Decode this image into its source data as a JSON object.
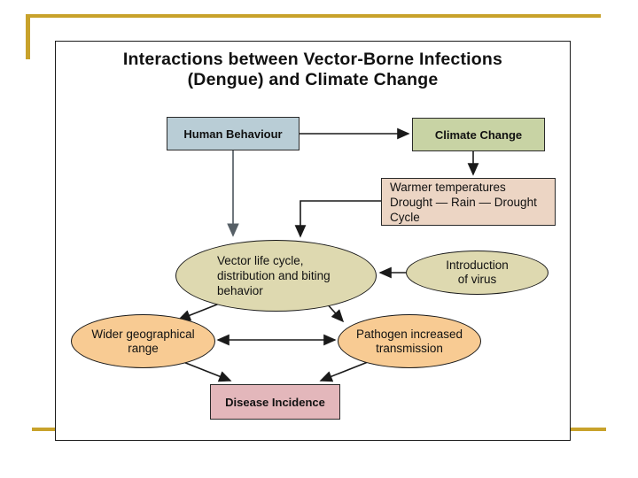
{
  "slide": {
    "accent_color": "#c8a22b",
    "frame_border_color": "#1a1a1a",
    "background_color": "#ffffff"
  },
  "title": {
    "line1": "Interactions between Vector-Borne Infections",
    "line2": "(Dengue) and Climate Change"
  },
  "nodes": {
    "human_behaviour": {
      "label": "Human Behaviour",
      "shape": "rect",
      "fill": "#b9cdd6"
    },
    "climate_change": {
      "label": "Climate Change",
      "shape": "rect",
      "fill": "#c8d3a4"
    },
    "warmer_temperatures": {
      "line1": "Warmer temperatures",
      "line2": "Drought — Rain — Drought",
      "line3": "Cycle",
      "shape": "rect",
      "fill": "#ecd5c4"
    },
    "vector_life_cycle": {
      "line1": "Vector life cycle,",
      "line2": "distribution and biting",
      "line3": "behavior",
      "shape": "ellipse",
      "fill": "#ded9b0"
    },
    "introduction_of_virus": {
      "line1": "Introduction",
      "line2": "of virus",
      "shape": "ellipse",
      "fill": "#ded9b0"
    },
    "wider_geographical_range": {
      "line1": "Wider geographical",
      "line2": "range",
      "shape": "ellipse",
      "fill": "#f8cb93"
    },
    "pathogen_increased_transmission": {
      "line1": "Pathogen increased",
      "line2": "transmission",
      "shape": "ellipse",
      "fill": "#f8cb93"
    },
    "disease_incidence": {
      "label": "Disease Incidence",
      "shape": "rect",
      "fill": "#e3b7bb"
    }
  },
  "edges": [
    {
      "from": "human_behaviour",
      "to": "climate_change",
      "bidirectional": false
    },
    {
      "from": "climate_change",
      "to": "warmer_temperatures",
      "bidirectional": false
    },
    {
      "from": "human_behaviour",
      "to": "vector_life_cycle",
      "bidirectional": false
    },
    {
      "from": "warmer_temperatures",
      "to": "vector_life_cycle",
      "bidirectional": false
    },
    {
      "from": "introduction_of_virus",
      "to": "vector_life_cycle",
      "bidirectional": false
    },
    {
      "from": "vector_life_cycle",
      "to": "wider_geographical_range",
      "bidirectional": false
    },
    {
      "from": "vector_life_cycle",
      "to": "pathogen_increased_transmission",
      "bidirectional": false
    },
    {
      "from": "wider_geographical_range",
      "to": "pathogen_increased_transmission",
      "bidirectional": true
    },
    {
      "from": "wider_geographical_range",
      "to": "disease_incidence",
      "bidirectional": false
    },
    {
      "from": "pathogen_increased_transmission",
      "to": "disease_incidence",
      "bidirectional": false
    }
  ]
}
